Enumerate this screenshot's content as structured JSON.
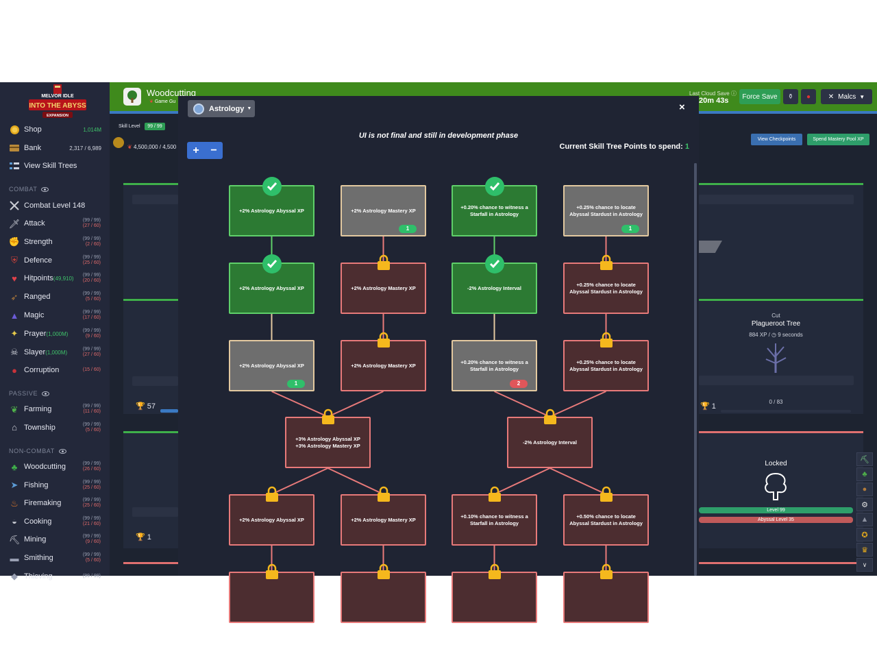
{
  "app": {
    "logo_line1": "MELVOR IDLE",
    "logo_line2": "INTO THE ABYSS",
    "logo_line3": "EXPANSION"
  },
  "sidebar": {
    "top_items": [
      {
        "label": "Shop",
        "right": "1,014M",
        "icon": "coin-icon"
      },
      {
        "label": "Bank",
        "right": "2,317 / 6,989",
        "icon": "bank-icon"
      },
      {
        "label": "View Skill Trees",
        "right": "",
        "icon": "skill-tree-icon"
      }
    ],
    "combat_header": "COMBAT",
    "combat_level": "Combat Level 148",
    "combat_skills": [
      {
        "label": "Attack",
        "sub": "",
        "l1": "(99 / 99)",
        "l2": "(27 / 60)",
        "icon": "sword-icon"
      },
      {
        "label": "Strength",
        "sub": "",
        "l1": "(99 / 99)",
        "l2": "(2 / 60)",
        "icon": "strength-icon"
      },
      {
        "label": "Defence",
        "sub": "",
        "l1": "(99 / 99)",
        "l2": "(25 / 60)",
        "icon": "shield-icon"
      },
      {
        "label": "Hitpoints",
        "sub": "(49,910)",
        "l1": "(99 / 99)",
        "l2": "(20 / 60)",
        "icon": "heart-icon"
      },
      {
        "label": "Ranged",
        "sub": "",
        "l1": "(99 / 99)",
        "l2": "(5 / 60)",
        "icon": "bow-icon"
      },
      {
        "label": "Magic",
        "sub": "",
        "l1": "(99 / 99)",
        "l2": "(17 / 60)",
        "icon": "wizard-hat-icon"
      },
      {
        "label": "Prayer",
        "sub": "(1,000M)",
        "l1": "(99 / 99)",
        "l2": "(9 / 60)",
        "icon": "prayer-icon"
      },
      {
        "label": "Slayer",
        "sub": "(1,000M)",
        "l1": "(99 / 99)",
        "l2": "(27 / 60)",
        "icon": "slayer-icon"
      },
      {
        "label": "Corruption",
        "sub": "",
        "l1": "",
        "l2": "(15 / 60)",
        "icon": "corruption-icon"
      }
    ],
    "passive_header": "PASSIVE",
    "passive_skills": [
      {
        "label": "Farming",
        "l1": "(99 / 99)",
        "l2": "(11 / 60)",
        "icon": "farming-icon"
      },
      {
        "label": "Township",
        "l1": "(99 / 99)",
        "l2": "(5 / 60)",
        "icon": "township-icon"
      }
    ],
    "noncombat_header": "NON-COMBAT",
    "noncombat_skills": [
      {
        "label": "Woodcutting",
        "l1": "(99 / 99)",
        "l2": "(26 / 60)",
        "icon": "tree-icon"
      },
      {
        "label": "Fishing",
        "l1": "(99 / 99)",
        "l2": "(25 / 60)",
        "icon": "fish-icon"
      },
      {
        "label": "Firemaking",
        "l1": "(99 / 99)",
        "l2": "(25 / 60)",
        "icon": "fire-icon"
      },
      {
        "label": "Cooking",
        "l1": "(99 / 99)",
        "l2": "(21 / 60)",
        "icon": "cooking-pot-icon"
      },
      {
        "label": "Mining",
        "l1": "(99 / 99)",
        "l2": "(9 / 60)",
        "icon": "pickaxe-icon"
      },
      {
        "label": "Smithing",
        "l1": "(99 / 99)",
        "l2": "(5 / 60)",
        "icon": "anvil-icon"
      },
      {
        "label": "Thieving",
        "l1": "(99 / 99)",
        "l2": "",
        "icon": "thieving-icon"
      }
    ]
  },
  "header": {
    "title": "Woodcutting",
    "subtitle": "Game Gu",
    "cloud_label": "Last Cloud Save",
    "cloud_time": "20m 43s",
    "force_save": "Force Save",
    "user": "Malcs"
  },
  "background": {
    "skill_level_label": "Skill Level",
    "skill_level_value": "99 / 99",
    "xp": "4,500,000 / 4,500",
    "view_checkpoints": "View Checkpoints",
    "spend_mastery": "Spend Mastery Pool XP",
    "cut_label": "Cut",
    "tree_name": "Plagueroot Tree",
    "tree_stats": "884 XP / ◷ 9 seconds",
    "tree_progress": "0 / 83",
    "locked_label": "Locked",
    "level_bar": "Level 99",
    "abyssal_bar": "Abyssal Level 35",
    "trophy_a": "57",
    "trophy_b": "1",
    "trophy_c": "1"
  },
  "modal": {
    "dropdown": "Astrology",
    "notice": "UI is not final and still in development phase",
    "points_label": "Current Skill Tree Points to spend:",
    "points_value": "1",
    "zoom_in": "+",
    "zoom_out": "−",
    "close": "×"
  },
  "tree": {
    "nodes": [
      {
        "id": "n1",
        "text": "+2% Astrology Abyssal XP",
        "state": "unlocked",
        "cost": ""
      },
      {
        "id": "n2",
        "text": "+2% Astrology Mastery XP",
        "state": "available",
        "cost": "1"
      },
      {
        "id": "n3",
        "text": "+0.20% chance to witness a Starfall in Astrology",
        "state": "unlocked",
        "cost": ""
      },
      {
        "id": "n4",
        "text": "+0.25% chance to locate Abyssal Stardust in Astrology",
        "state": "available",
        "cost": "1"
      },
      {
        "id": "n5",
        "text": "+2% Astrology Abyssal XP",
        "state": "unlocked",
        "cost": ""
      },
      {
        "id": "n6",
        "text": "+2% Astrology Mastery XP",
        "state": "locked",
        "cost": ""
      },
      {
        "id": "n7",
        "text": "-2% Astrology Interval",
        "state": "unlocked",
        "cost": ""
      },
      {
        "id": "n8",
        "text": "+0.25% chance to locate Abyssal Stardust in Astrology",
        "state": "locked",
        "cost": ""
      },
      {
        "id": "n9",
        "text": "+2% Astrology Abyssal XP",
        "state": "available",
        "cost": "1"
      },
      {
        "id": "n10",
        "text": "+2% Astrology Mastery XP",
        "state": "locked",
        "cost": ""
      },
      {
        "id": "n11",
        "text": "+0.20% chance to witness a Starfall in Astrology",
        "state": "available",
        "cost": "2"
      },
      {
        "id": "n12",
        "text": "+0.25% chance to locate Abyssal Stardust in Astrology",
        "state": "locked",
        "cost": ""
      },
      {
        "id": "n13",
        "text": "+3% Astrology Abyssal XP\n+3% Astrology Mastery XP",
        "state": "locked",
        "cost": ""
      },
      {
        "id": "n14",
        "text": "-2% Astrology Interval",
        "state": "locked",
        "cost": ""
      },
      {
        "id": "n15",
        "text": "+2% Astrology Abyssal XP",
        "state": "locked",
        "cost": ""
      },
      {
        "id": "n16",
        "text": "+2% Astrology Mastery XP",
        "state": "locked",
        "cost": ""
      },
      {
        "id": "n17",
        "text": "+0.10% chance to witness a Starfall in Astrology",
        "state": "locked",
        "cost": ""
      },
      {
        "id": "n18",
        "text": "+0.50% chance to locate Abyssal Stardust in Astrology",
        "state": "locked",
        "cost": ""
      },
      {
        "id": "n19",
        "text": "",
        "state": "locked",
        "cost": ""
      },
      {
        "id": "n20",
        "text": "",
        "state": "locked",
        "cost": ""
      },
      {
        "id": "n21",
        "text": "",
        "state": "locked",
        "cost": ""
      },
      {
        "id": "n22",
        "text": "",
        "state": "locked",
        "cost": ""
      }
    ]
  },
  "colors": {
    "unlocked": "#2c7a33",
    "available": "#6e6e6e",
    "locked": "#4c2d30",
    "accent": "#3a6fd0",
    "header_green": "#3f8a1c"
  }
}
